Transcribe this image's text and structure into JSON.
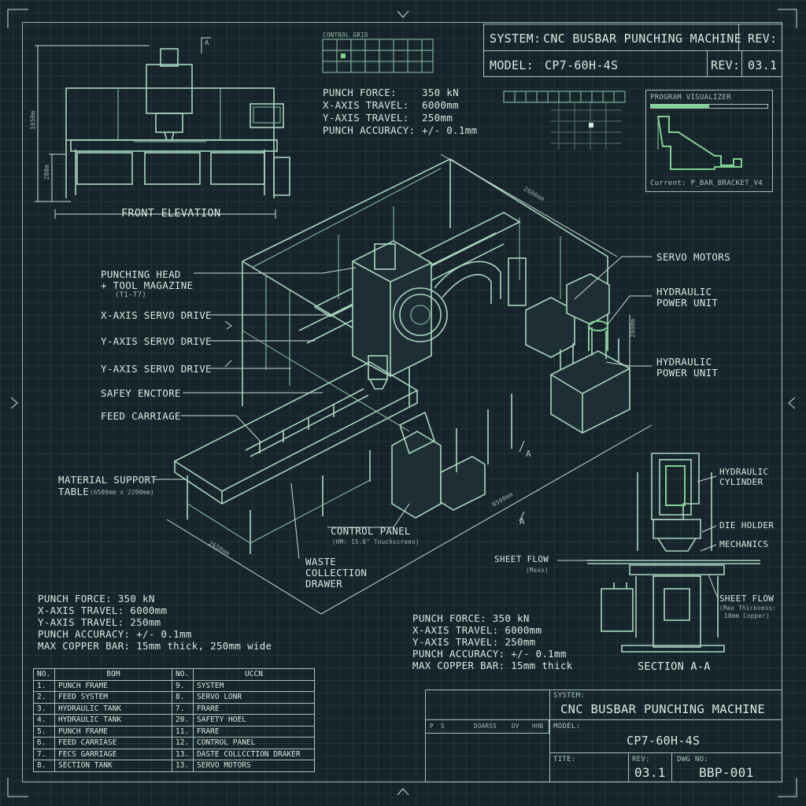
{
  "header": {
    "system_label": "SYSTEM:",
    "system_name": "CNC BUSBAR PUNCHING MACHINE",
    "rev_label_top": "REV:",
    "model_label": "MODEL:",
    "model_value": "CP7-60H-4S",
    "rev_label": "REV:",
    "rev_value": "03.1"
  },
  "control_grid": {
    "label": "CONTROL GRID"
  },
  "specs_top": [
    {
      "label": "PUNCH FORCE:",
      "value": "350 kN"
    },
    {
      "label": "X-AXIS TRAVEL:",
      "value": "6000mm"
    },
    {
      "label": "Y-AXIS TRAVEL:",
      "value": "250mm"
    },
    {
      "label": "PUNCH ACCURACY:",
      "value": "+/- 0.1mm"
    }
  ],
  "visualizer": {
    "title": "PROGRAM VISUALIZER",
    "current": "Current: P_BAR_BRACKET_V4",
    "progress": 0.5
  },
  "front_elevation": {
    "title": "FRONT ELEVATION",
    "dim_height": "1650m",
    "dim_lower": "280m",
    "marker": "A"
  },
  "callouts_left": {
    "punching_head_1": "PUNCHING HEAD",
    "punching_head_2": "+ TOOL MAGAZINE",
    "punching_head_3": "(T1-T7)",
    "x_servo": "X-AXIS SERVO DRIVE",
    "y_servo_1": "Y-AXIS SERVO DRIVE",
    "y_servo_2": "Y-AXIS SERVO DRIVE",
    "safety": "SAFEY ENCTORE",
    "feed": "FEED CARRIAGE",
    "support_1": "MATERIAL SUPPORT",
    "support_2": "TABLE",
    "support_dim": "(6500mm x 2200mm)"
  },
  "callouts_right": {
    "servo_motors": "SERVO MOTORS",
    "hpu1_1": "HYDRAULIC",
    "hpu1_2": "POWER UNIT",
    "hpu2_1": "HYDRAULIC",
    "hpu2_2": "POWER UNIT"
  },
  "callouts_bottom": {
    "control_panel": "CONTROL PANEL",
    "control_panel_sub": "(HM: 15.6\" Touchscreen)",
    "waste_1": "WASTE",
    "waste_2": "COLLECTION",
    "waste_3": "DRAWER"
  },
  "dims_iso": {
    "top": "2600mm",
    "right": "2800m",
    "long": "6500mm",
    "short": "2650mm",
    "marker": "A"
  },
  "section": {
    "title": "SECTION A-A",
    "hyd_cyl_1": "HYDRAULIC",
    "hyd_cyl_2": "CYLINDER",
    "die_holder": "DIE HOLDER",
    "mechanics": "MECHANICS",
    "sheet_flow_left": "SHEET FLOW",
    "sheet_flow_left_sub": "(Mexo)",
    "sheet_flow_right": "SHEET FLOW",
    "sheet_flow_right_sub1": "(Max Thickness:",
    "sheet_flow_right_sub2": "10mm Copper)"
  },
  "specs_left": [
    "PUNCH FORCE: 350 kN",
    "X-AXIS TRAVEL: 6000mm",
    "Y-AXIS TRAVEL: 250mm",
    "PUNCH ACCURACY: +/- 0.1mm",
    "MAX COPPER BAR: 15mm thick, 250mm wide"
  ],
  "specs_mid": [
    "PUNCH FORCE: 350 kN",
    "X-AXIS TRAVEL: 6000mm",
    "Y-AXIS TRAVEL: 250mm",
    "PUNCH ACCURACY: +/- 0.1mm",
    "MAX COPPER BAR: 15mm thick"
  ],
  "bom": {
    "headers": [
      "NO.",
      "BOM",
      "NO.",
      "UCCN"
    ],
    "rows": [
      [
        "1.",
        "PUNCH FRAME",
        "9.",
        "SYSTEM"
      ],
      [
        "2.",
        "FEED SYSTEM",
        "8.",
        "SERVO LONR"
      ],
      [
        "3.",
        "HYDRAULIC TANK",
        "7.",
        "FRARE"
      ],
      [
        "4.",
        "HYDRAULIC TANK",
        "20.",
        "SAFETY HOEL"
      ],
      [
        "5.",
        "PUNCH FRAME",
        "11.",
        "FRARE"
      ],
      [
        "6.",
        "FEED CARRIASE",
        "12.",
        "CONTROL PANEL"
      ],
      [
        "7.",
        "FECS GARRIAGE",
        "13.",
        "DASTE COLLCCTION DRAKER"
      ],
      [
        "8.",
        "SECTION TANK",
        "13.",
        "SERVO MOTORS"
      ]
    ]
  },
  "title_block": {
    "rev_cols": [
      "P",
      "S",
      "DOARSS",
      "DV",
      "HHB"
    ],
    "system_label": "SYSTEM:",
    "system_name": "CNC BUSBAR PUNCHING MACHINE",
    "model_label": "MODEL:",
    "model_value": "CP7-60H-4S",
    "title_label": "TITE:",
    "rev_label": "REV:",
    "rev_value": "03.1",
    "dwg_label": "DWG NO:",
    "dwg_value": "BBP-001"
  },
  "colors": {
    "line": "#a9d7bd",
    "accent": "#7fd28f",
    "background": "#17242c"
  }
}
